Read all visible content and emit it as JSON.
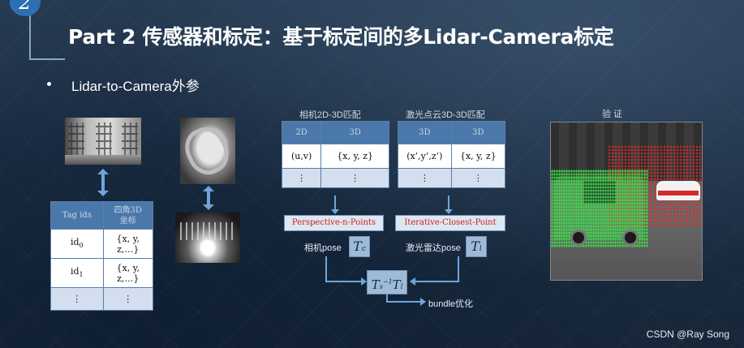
{
  "slide": {
    "section_number": "2",
    "title": "Part 2 传感器和标定：基于标定间的多Lidar-Camera标定",
    "bullet": "Lidar-to-Camera外参"
  },
  "tag_table": {
    "headers": [
      "Tag ids",
      "四角3D\n坐标"
    ],
    "rows": [
      {
        "id": "id",
        "id_sub": "0",
        "coords": "{x, y,\nz,…}"
      },
      {
        "id": "id",
        "id_sub": "1",
        "coords": "{x, y,\nz,…}"
      },
      {
        "id": "⋮",
        "id_sub": "",
        "coords": "⋮"
      }
    ]
  },
  "camera_match": {
    "caption": "相机2D-3D匹配",
    "headers": [
      "2D",
      "3D"
    ],
    "rows": [
      [
        "(u,v)",
        "{x, y, z}"
      ],
      [
        "⋮",
        "⋮"
      ]
    ],
    "algorithm": "Perspective-n-Points",
    "pose_label": "相机pose",
    "pose_symbol": "T",
    "pose_sub": "c"
  },
  "lidar_match": {
    "caption": "激光点云3D-3D匹配",
    "headers": [
      "3D",
      "3D"
    ],
    "rows": [
      [
        "(x’,y’,z’)",
        "{x, y, z}"
      ],
      [
        "⋮",
        "⋮"
      ]
    ],
    "algorithm": "Iterative-Closest-Point",
    "pose_label": "激光雷达pose",
    "pose_symbol": "T",
    "pose_sub": "l"
  },
  "result": {
    "expr": "T",
    "expr_tail": "T",
    "sub1": "s",
    "sup1": "−1",
    "sub2": "l",
    "optimize_label": "bundle优化"
  },
  "verify": {
    "label": "验  证"
  },
  "watermark": "CSDN @Ray Song",
  "colors": {
    "accent_blue": "#6fa5dc",
    "table_header": "#4b78aa",
    "algo_text": "#d01f1f"
  }
}
